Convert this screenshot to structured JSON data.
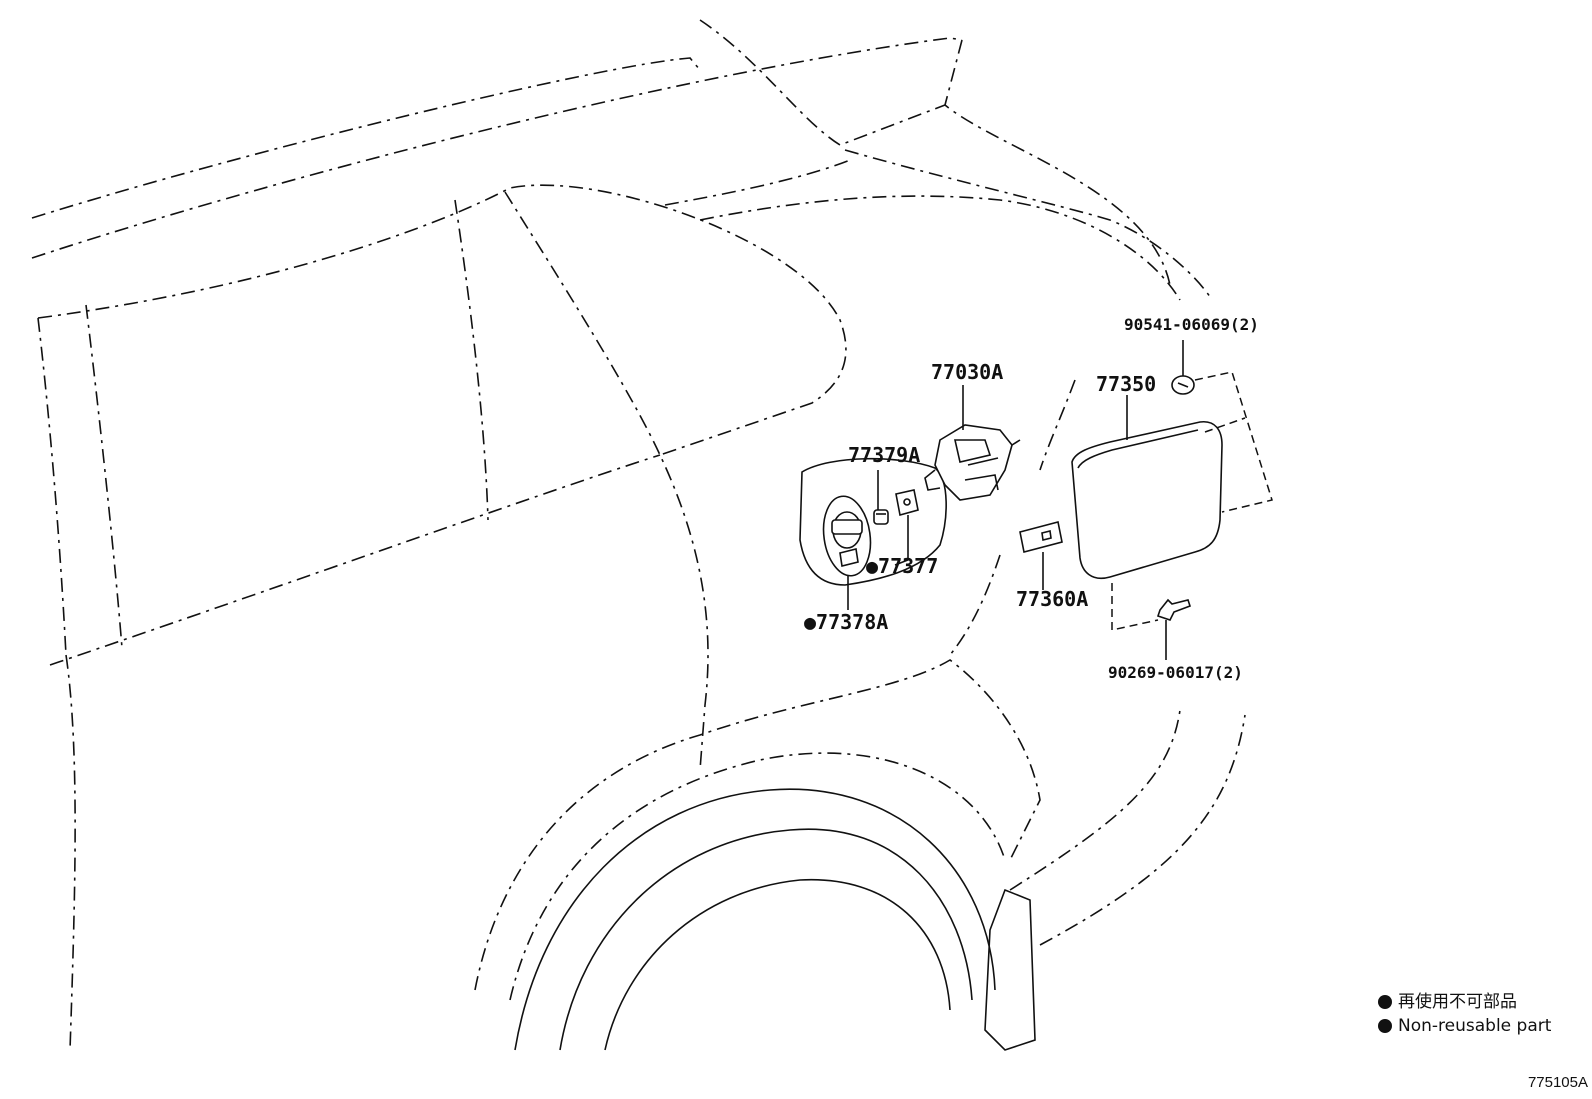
{
  "parts": {
    "p77030A": "77030A",
    "p77379A": "77379A",
    "p77377": "●77377",
    "p77378A": "●77378A",
    "p77350": "77350",
    "p77360A": "77360A",
    "p90541": "90541-06069(2)",
    "p90269": "90269-06017(2)"
  },
  "legend": {
    "line1": "再使用不可部品",
    "line2": "Non-reusable part"
  },
  "figure_id": "775105A"
}
